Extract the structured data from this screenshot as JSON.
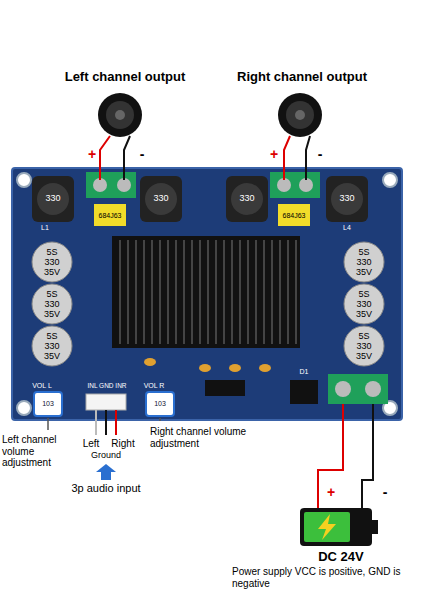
{
  "diagram": {
    "labels": [
      "Left channel output",
      "Right channel output",
      "+",
      "-",
      "+",
      "-",
      "330",
      "330",
      "330",
      "330",
      "L1",
      "L4",
      "684J63",
      "684J63",
      "5S 330 35V",
      "5S 330 35V",
      "5S 330 35V",
      "5S 330 35V",
      "5S 330 35V",
      "5S 330 35V",
      "VOL L",
      "103",
      "INL GND INR",
      "VOL R",
      "103",
      "D1",
      "Left channel volume adjustment",
      "Right channel volume adjustment",
      "Left",
      "Ground",
      "Right",
      "3p audio input",
      "+",
      "-",
      "DC 24V",
      "Power supply VCC is positive, GND is negative"
    ]
  }
}
